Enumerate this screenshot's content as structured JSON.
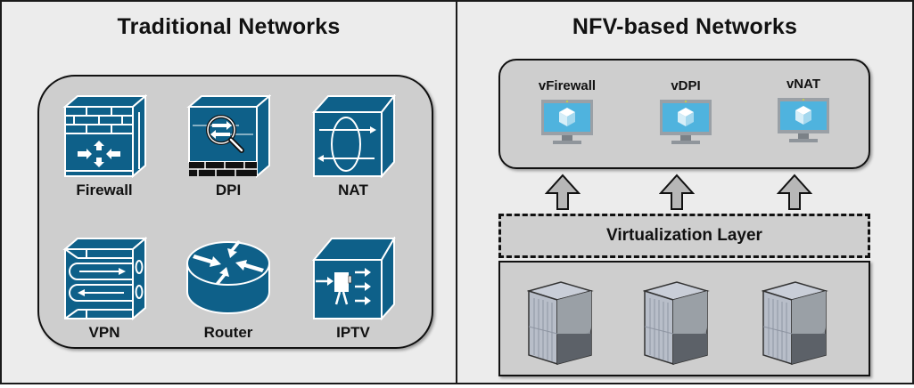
{
  "colors": {
    "cisco_blue": "#0e6089",
    "panel_bg": "#ececec",
    "box_bg": "#cecece",
    "vm_screen": "#4fb3de",
    "server_gray": "#8d949c"
  },
  "left": {
    "title": "Traditional Networks",
    "devices": [
      {
        "label": "Firewall",
        "icon": "firewall-icon"
      },
      {
        "label": "DPI",
        "icon": "dpi-icon"
      },
      {
        "label": "NAT",
        "icon": "nat-icon"
      },
      {
        "label": "VPN",
        "icon": "vpn-icon"
      },
      {
        "label": "Router",
        "icon": "router-icon"
      },
      {
        "label": "IPTV",
        "icon": "iptv-icon"
      }
    ]
  },
  "right": {
    "title": "NFV-based Networks",
    "vnfs": [
      {
        "label": "vFirewall",
        "icon": "virtual-machine-icon"
      },
      {
        "label": "vDPI",
        "icon": "virtual-machine-icon"
      },
      {
        "label": "vNAT",
        "icon": "virtual-machine-icon"
      }
    ],
    "virtualization_layer": "Virtualization Layer",
    "servers": [
      {
        "icon": "server-icon"
      },
      {
        "icon": "server-icon"
      },
      {
        "icon": "server-icon"
      }
    ]
  }
}
